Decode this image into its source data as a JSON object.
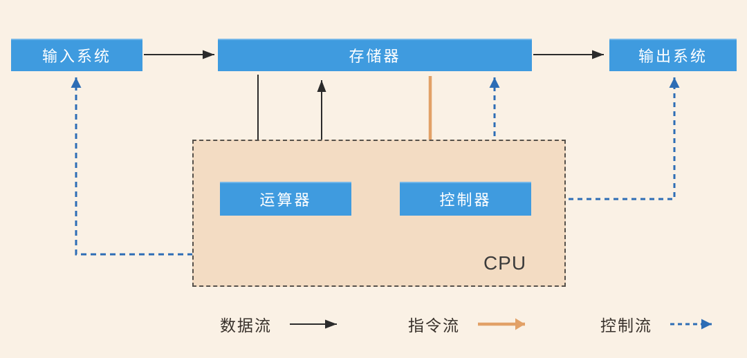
{
  "diagram": {
    "title": "computer-architecture-flow-diagram",
    "nodes": {
      "input": {
        "label": "输入系统"
      },
      "memory": {
        "label": "存储器"
      },
      "output": {
        "label": "输出系统"
      },
      "alu": {
        "label": "运算器"
      },
      "controller": {
        "label": "控制器"
      },
      "cpu": {
        "label": "CPU"
      }
    },
    "edges": [
      {
        "from": "input",
        "to": "memory",
        "type": "data-flow"
      },
      {
        "from": "memory",
        "to": "output",
        "type": "data-flow"
      },
      {
        "from": "memory",
        "to": "alu",
        "type": "data-flow"
      },
      {
        "from": "alu",
        "to": "memory",
        "type": "data-flow"
      },
      {
        "from": "memory",
        "to": "controller",
        "type": "instruction-flow"
      },
      {
        "from": "controller",
        "to": "memory",
        "type": "control-flow"
      },
      {
        "from": "controller",
        "to": "output",
        "type": "control-flow"
      },
      {
        "from": "controller",
        "to": "input",
        "type": "control-flow"
      }
    ],
    "legend": [
      {
        "label": "数据流",
        "style": "solid-black"
      },
      {
        "label": "指令流",
        "style": "solid-orange"
      },
      {
        "label": "控制流",
        "style": "dashed-blue"
      }
    ],
    "colors": {
      "background": "#faf1e5",
      "node_fill": "#3f9bdf",
      "node_text": "#ffffff",
      "cpu_fill": "#f3dcc3",
      "cpu_border": "#55504a",
      "data_flow": "#2b2b2b",
      "instruction_flow": "#e2a167",
      "control_flow": "#2d6db5",
      "legend_text": "#38312b"
    }
  }
}
